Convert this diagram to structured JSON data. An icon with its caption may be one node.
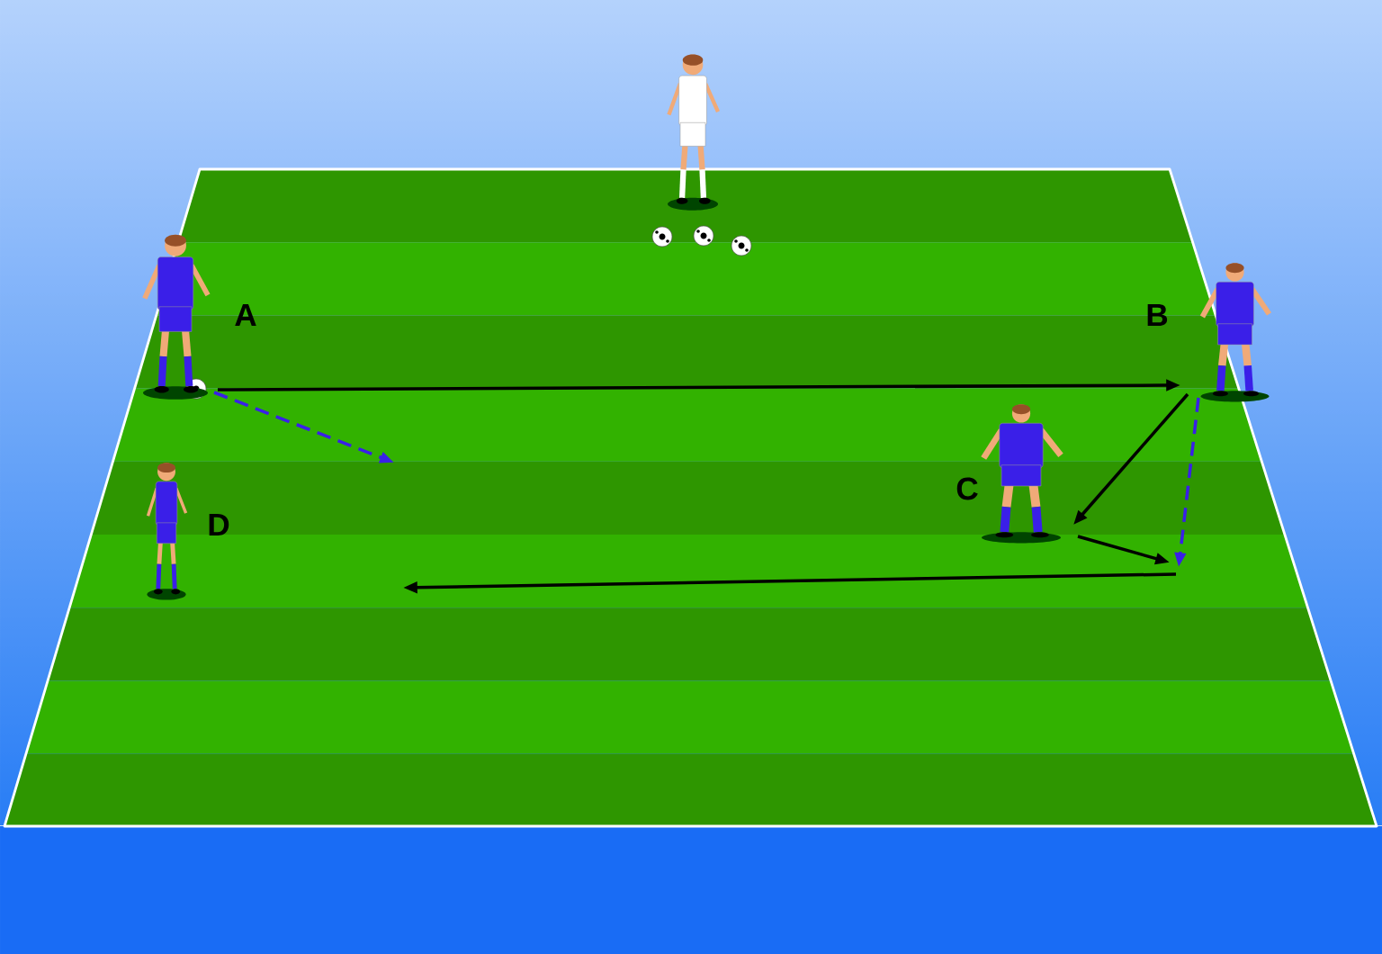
{
  "diagram": {
    "nodes": [
      {
        "text": [
          "A"
        ]
      },
      {
        "text": [
          "B"
        ]
      },
      {
        "text": [
          "C"
        ]
      },
      {
        "text": [
          "D"
        ]
      },
      {
        "text": [],
        "shape": "person"
      }
    ],
    "edges": [
      {
        "from": 0,
        "to": 1,
        "arrow": "to"
      },
      {
        "from": 0,
        "to": null,
        "arrow": "to",
        "style": "dashed",
        "color": "#3a1fe8"
      },
      {
        "from": 1,
        "to": 2,
        "arrow": "to"
      },
      {
        "from": 2,
        "to": null,
        "arrow": "to"
      },
      {
        "from": 1,
        "to": null,
        "arrow": "to",
        "style": "dashed",
        "color": "#3a1fe8"
      }
    ]
  }
}
